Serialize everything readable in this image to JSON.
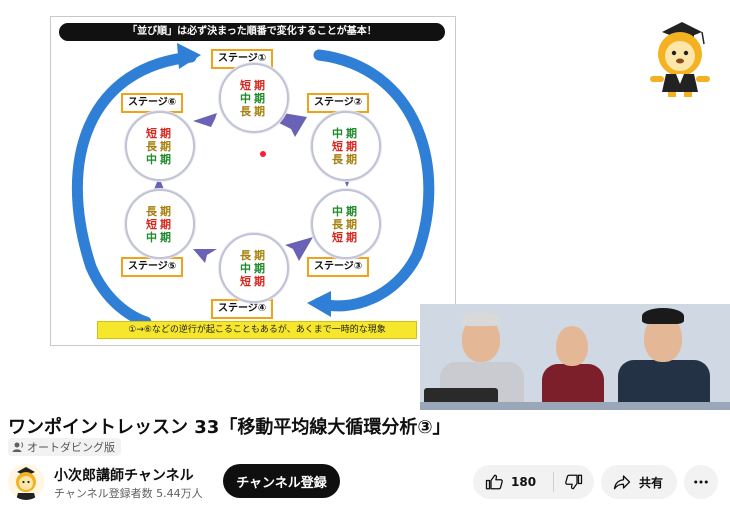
{
  "video": {
    "slide": {
      "banner": "「並び順」は必ず決まった順番で変化することが基本！",
      "stages": [
        {
          "label": "ステージ①",
          "items": [
            {
              "text": "短期",
              "color": "red"
            },
            {
              "text": "中期",
              "color": "green"
            },
            {
              "text": "長期",
              "color": "olive"
            }
          ]
        },
        {
          "label": "ステージ②",
          "items": [
            {
              "text": "中期",
              "color": "green"
            },
            {
              "text": "短期",
              "color": "red"
            },
            {
              "text": "長期",
              "color": "olive"
            }
          ]
        },
        {
          "label": "ステージ③",
          "items": [
            {
              "text": "中期",
              "color": "green"
            },
            {
              "text": "長期",
              "color": "olive"
            },
            {
              "text": "短期",
              "color": "red"
            }
          ]
        },
        {
          "label": "ステージ④",
          "items": [
            {
              "text": "長期",
              "color": "olive"
            },
            {
              "text": "中期",
              "color": "green"
            },
            {
              "text": "短期",
              "color": "red"
            }
          ]
        },
        {
          "label": "ステージ⑤",
          "items": [
            {
              "text": "長期",
              "color": "olive"
            },
            {
              "text": "短期",
              "color": "red"
            },
            {
              "text": "中期",
              "color": "green"
            }
          ]
        },
        {
          "label": "ステージ⑥",
          "items": [
            {
              "text": "短期",
              "color": "red"
            },
            {
              "text": "長期",
              "color": "olive"
            },
            {
              "text": "中期",
              "color": "green"
            }
          ]
        }
      ],
      "note": "①→⑥などの逆行が起こることもあるが、あくまで一時的な現象"
    }
  },
  "title": "ワンポイントレッスン 33「移動平均線大循環分析③」",
  "dub_badge": "オートダビング版",
  "channel": {
    "name": "小次郎講師チャンネル",
    "subscribers": "チャンネル登録者数 5.44万人",
    "subscribe_label": "チャンネル登録"
  },
  "actions": {
    "like_count": "180",
    "share_label": "共有"
  },
  "colors": {
    "red": "#d6281f",
    "green": "#1f8a2a",
    "olive": "#a5810e",
    "arrow_blue": "#2f7fd6",
    "arrow_purple": "#6a63b5",
    "stage_border": "#f2a21a",
    "note_yellow": "#f6e62c"
  },
  "icons": [
    "like-icon",
    "dislike-icon",
    "share-icon",
    "more-icon",
    "dubbing-icon"
  ]
}
